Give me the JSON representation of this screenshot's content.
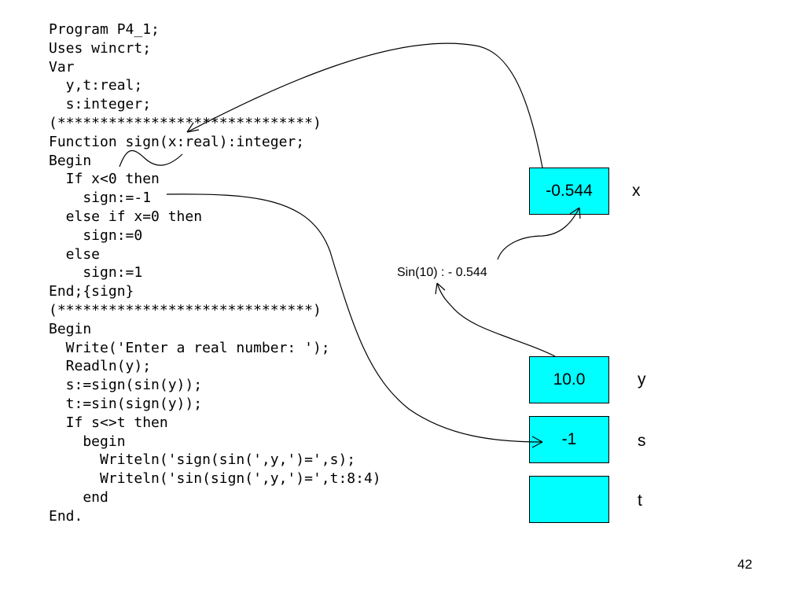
{
  "code_lines": [
    "Program P4_1;",
    "Uses wincrt;",
    "Var",
    "  y,t:real;",
    "  s:integer;",
    "(******************************)",
    "Function sign(x:real):integer;",
    "Begin",
    "  If x<0 then",
    "    sign:=-1",
    "  else if x=0 then",
    "    sign:=0",
    "  else",
    "    sign:=1",
    "End;{sign}",
    "(******************************)",
    "Begin",
    "  Write('Enter a real number: ');",
    "  Readln(y);",
    "  s:=sign(sin(y));",
    "  t:=sin(sign(y));",
    "  If s<>t then",
    "    begin",
    "      Writeln('sign(sin(',y,')=',s);",
    "      Writeln('sin(sign(',y,')=',t:8:4)",
    "    end",
    "End."
  ],
  "variables": {
    "x": {
      "name": "x",
      "value": "-0.544"
    },
    "y": {
      "name": "y",
      "value": "10.0"
    },
    "s": {
      "name": "s",
      "value": "-1"
    },
    "t": {
      "name": "t",
      "value": ""
    }
  },
  "annotation": "Sin(10) : - 0.544",
  "page_number": "42",
  "colors": {
    "box_fill": "#00ffff",
    "line": "#000000"
  }
}
